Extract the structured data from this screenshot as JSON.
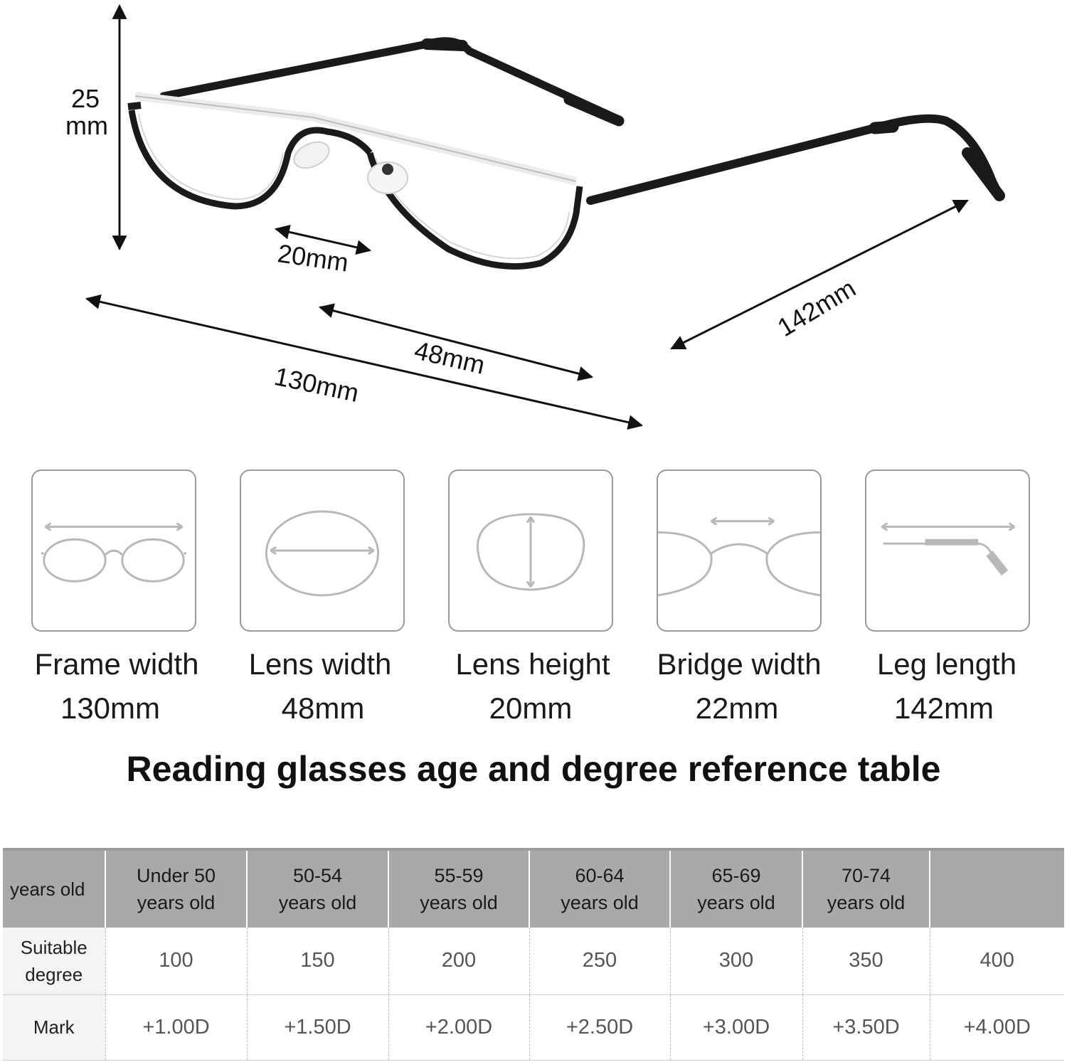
{
  "dimensions": {
    "height_value": "25",
    "height_unit": "mm",
    "bridge": "20mm",
    "lens": "48mm",
    "frame": "130mm",
    "leg": "142mm"
  },
  "specs": [
    {
      "name": "Frame width",
      "value": "130mm",
      "icon": "frame-width-icon"
    },
    {
      "name": "Lens width",
      "value": "48mm",
      "icon": "lens-width-icon"
    },
    {
      "name": "Lens height",
      "value": "20mm",
      "icon": "lens-height-icon"
    },
    {
      "name": "Bridge width",
      "value": "22mm",
      "icon": "bridge-width-icon"
    },
    {
      "name": "Leg length",
      "value": "142mm",
      "icon": "leg-length-icon"
    }
  ],
  "table_title": "Reading glasses age and degree reference table",
  "table": {
    "header": {
      "label": "years old",
      "ages": [
        [
          "Under 50",
          "years old"
        ],
        [
          "50-54",
          "years old"
        ],
        [
          "55-59",
          "years old"
        ],
        [
          "60-64",
          "years old"
        ],
        [
          "65-69",
          "years old"
        ],
        [
          "70-74",
          "years old"
        ],
        [
          "",
          ""
        ]
      ]
    },
    "degree_row": {
      "label": [
        "Suitable",
        "degree"
      ],
      "values": [
        "100",
        "150",
        "200",
        "250",
        "300",
        "350",
        "400"
      ]
    },
    "mark_row": {
      "label": "Mark",
      "values": [
        "+1.00D",
        "+1.50D",
        "+2.00D",
        "+2.50D",
        "+3.00D",
        "+3.50D",
        "+4.00D"
      ]
    }
  }
}
